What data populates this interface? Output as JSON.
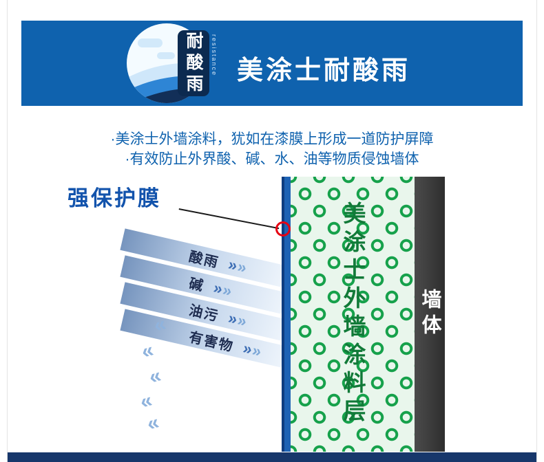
{
  "colors": {
    "banner_blue": "#0f62ae",
    "intro_text_blue": "#0f62ae",
    "headline_blue": "#1253ac",
    "film_blue": "#1d62b4",
    "paint_layer_green_bg": "#e9f6ec",
    "paint_ring_green": "#16a14b",
    "paint_text_green": "#117a38",
    "wall_gray": "#2e2e2e",
    "badge_navy": "#0c2a50",
    "footer_navy": "#17376b",
    "marker_red": "#e60012"
  },
  "header": {
    "title": "美涂士耐酸雨",
    "badge_label": "耐酸雨",
    "badge_sub": "resistance"
  },
  "intro": {
    "line1": "·美涂士外墙涂料，犹如在漆膜上形成一道防护屏障",
    "line2": "·有效防止外界酸、碱、水、油等物质侵蚀墙体"
  },
  "diagram": {
    "film_label": "强保护膜",
    "bands": [
      {
        "label": "酸雨"
      },
      {
        "label": "碱"
      },
      {
        "label": "油污"
      },
      {
        "label": "有害物"
      }
    ],
    "chevron_in": "»",
    "chevron_out": "«",
    "paint_layer_label": "美涂士外墙涂料层",
    "wall_label": "墙体"
  }
}
